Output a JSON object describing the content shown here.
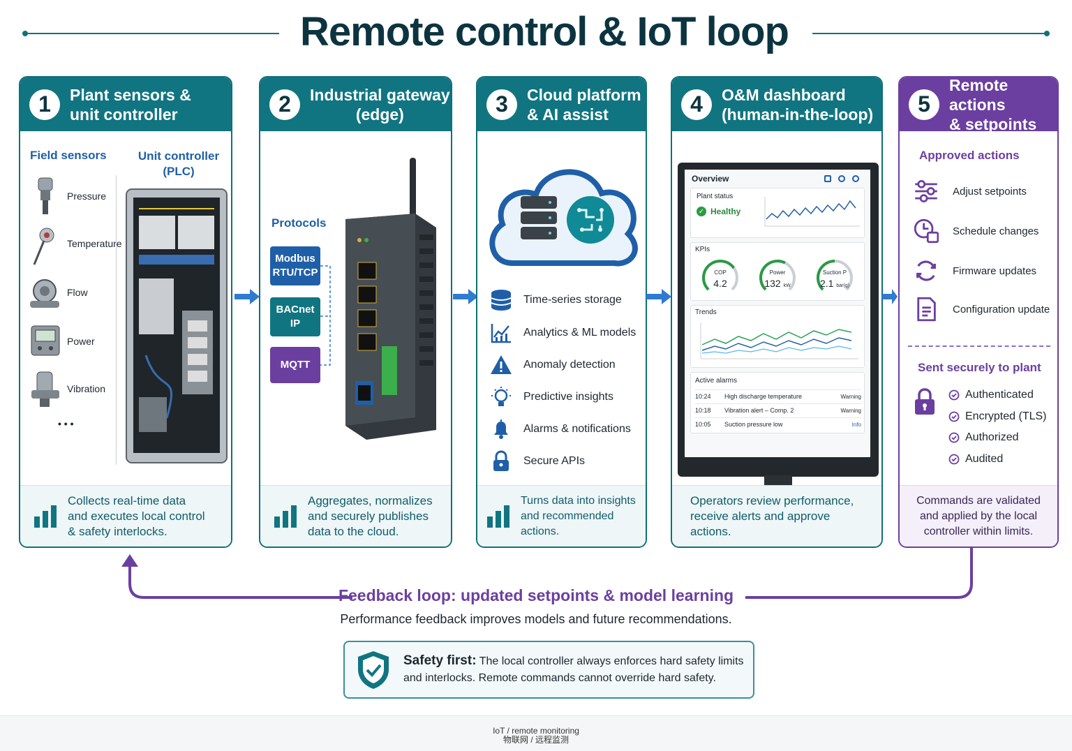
{
  "title": "Remote control & IoT loop",
  "colors": {
    "teal": "#107581",
    "purple": "#6b3fa0",
    "blue": "#1f5fa8",
    "arrow": "#2e7bcf"
  },
  "cards": [
    {
      "num": "1",
      "title_l1": "Plant sensors &",
      "title_l2": "unit controller",
      "footer_l1": "Collects real-time data",
      "footer_l2": "and executes local control",
      "footer_l3": "& safety interlocks."
    },
    {
      "num": "2",
      "title_l1": "Industrial gateway",
      "title_l2": "(edge)",
      "footer_l1": "Aggregates, normalizes",
      "footer_l2": "and securely publishes",
      "footer_l3": "data to the cloud."
    },
    {
      "num": "3",
      "title_l1": "Cloud platform",
      "title_l2": "& AI assist",
      "footer_l1": "Turns data into insights",
      "footer_l2": "and recommended actions."
    },
    {
      "num": "4",
      "title_l1": "O&M dashboard",
      "title_l2": "(human-in-the-loop)",
      "footer_l1": "Operators review performance,",
      "footer_l2": "receive alerts and approve",
      "footer_l3": "actions."
    },
    {
      "num": "5",
      "title_l1": "Remote actions",
      "title_l2": "& setpoints",
      "footer_l1": "Commands are validated",
      "footer_l2": "and applied by the local",
      "footer_l3": "controller within limits."
    }
  ],
  "card1": {
    "field_sensors": "Field sensors",
    "unit_controller_l1": "Unit controller",
    "unit_controller_l2": "(PLC)",
    "sensors": [
      "Pressure",
      "Temperature",
      "Flow",
      "Power",
      "Vibration"
    ],
    "more": "• • •"
  },
  "card2": {
    "protocols_label": "Protocols",
    "protocols": [
      {
        "l1": "Modbus",
        "l2": "RTU/TCP"
      },
      {
        "l1": "BACnet",
        "l2": "IP"
      },
      {
        "l1": "MQTT",
        "l2": ""
      }
    ]
  },
  "card3": {
    "features": [
      "Time-series storage",
      "Analytics & ML models",
      "Anomaly detection",
      "Predictive insights",
      "Alarms & notifications",
      "Secure APIs"
    ]
  },
  "dashboard": {
    "overview": "Overview",
    "plant_status": "Plant status",
    "healthy": "Healthy",
    "kpis_label": "KPIs",
    "kpis": [
      {
        "label": "COP",
        "value": "4.2",
        "unit": "",
        "fraction": 0.7
      },
      {
        "label": "Power",
        "value": "132",
        "unit": "kW",
        "fraction": 0.6
      },
      {
        "label": "Suction P",
        "value": "2.1",
        "unit": "bar(g)",
        "fraction": 0.5
      }
    ],
    "trends_label": "Trends",
    "alarms_label": "Active alarms",
    "alarms": [
      {
        "time": "10:24",
        "text": "High discharge temperature",
        "level": "Warning"
      },
      {
        "time": "10:18",
        "text": "Vibration alert – Comp. 2",
        "level": "Warning"
      },
      {
        "time": "10:05",
        "text": "Suction pressure low",
        "level": "Info"
      }
    ]
  },
  "card5": {
    "approved_label": "Approved actions",
    "actions": [
      "Adjust setpoints",
      "Schedule changes",
      "Firmware updates",
      "Configuration update"
    ],
    "sent_label": "Sent securely to plant",
    "checks": [
      "Authenticated",
      "Encrypted (TLS)",
      "Authorized",
      "Audited"
    ]
  },
  "feedback": {
    "title": "Feedback loop: updated setpoints & model learning",
    "subtitle": "Performance feedback improves models and future recommendations."
  },
  "safety": {
    "bold": "Safety first:",
    "l1": "The local controller always enforces hard safety limits",
    "l2": "and interlocks. Remote commands cannot override hard safety."
  },
  "footer": {
    "l1": "IoT / remote monitoring",
    "l2": "物联网 / 远程监测"
  }
}
